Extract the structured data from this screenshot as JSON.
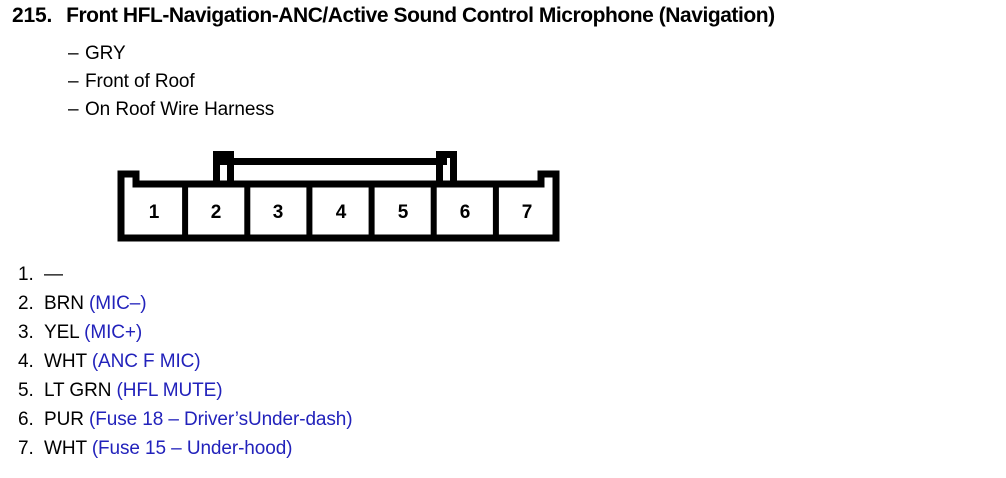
{
  "heading": {
    "number": "215.",
    "title": "Front HFL-Navigation-ANC/Active Sound Control Microphone (Navigation)"
  },
  "sub_items": [
    {
      "dash": "–",
      "text": "GRY"
    },
    {
      "dash": "–",
      "text": "Front of Roof"
    },
    {
      "dash": "–",
      "text": "On Roof Wire Harness"
    }
  ],
  "connector": {
    "name": "7-cavity-connector",
    "pin_count": 7,
    "pin_labels": [
      "1",
      "2",
      "3",
      "4",
      "5",
      "6",
      "7"
    ],
    "outline_color": "#000000",
    "fill_color": "#ffffff"
  },
  "pin_list": [
    {
      "index": "1.",
      "wire": "—",
      "circuit": ""
    },
    {
      "index": "2.",
      "wire": "BRN",
      "circuit": "(MIC–)"
    },
    {
      "index": "3.",
      "wire": "YEL",
      "circuit": "(MIC+)"
    },
    {
      "index": "4.",
      "wire": "WHT",
      "circuit": "(ANC F MIC)"
    },
    {
      "index": "5.",
      "wire": "LT GRN",
      "circuit": "(HFL MUTE)"
    },
    {
      "index": "6.",
      "wire": "PUR",
      "circuit": "(Fuse 18 – Driver’sUnder-dash)"
    },
    {
      "index": "7.",
      "wire": "WHT",
      "circuit": "(Fuse 15 – Under-hood)"
    }
  ],
  "colors": {
    "text": "#000000",
    "circuit_blue": "#2222bb",
    "background": "#ffffff"
  }
}
